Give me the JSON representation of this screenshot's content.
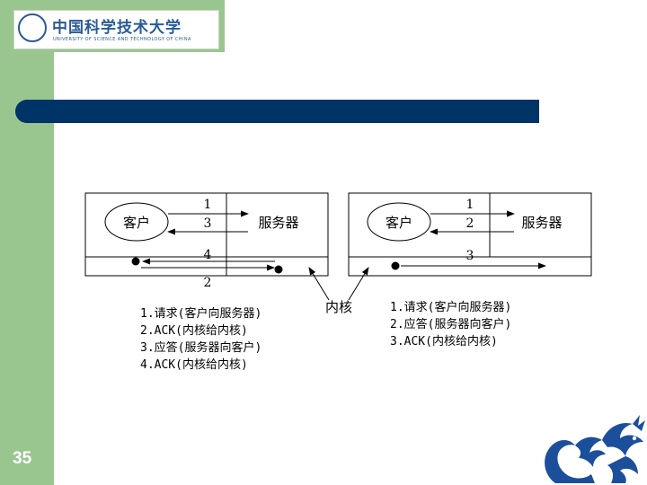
{
  "logo": {
    "title": "中国科学技术大学",
    "subtitle": "UNIVERSITY OF SCIENCE AND TECHNOLOGY OF CHINA"
  },
  "slide": {
    "page_number": "35"
  },
  "diagram": {
    "client_label": "客户",
    "server_label": "服务器",
    "kernel_label": "内核",
    "left": {
      "top_numbers": [
        "1",
        "3"
      ],
      "bottom_numbers": [
        "4",
        "2"
      ],
      "legend": [
        "1.请求(客户向服务器)",
        "2.ACK(内核给内核)",
        "3.应答(服务器向客户)",
        "4.ACK(内核给内核)"
      ]
    },
    "right": {
      "top_numbers": [
        "1",
        "2"
      ],
      "bottom_numbers": [
        "3"
      ],
      "legend": [
        "1.请求(客户向服务器)",
        "2.应答(服务器向客户)",
        "3.ACK(内核给内核)"
      ]
    }
  },
  "colors": {
    "sidebar": "#99c68e",
    "title_bar": "#003366",
    "dragon": "#1b4f9c"
  }
}
